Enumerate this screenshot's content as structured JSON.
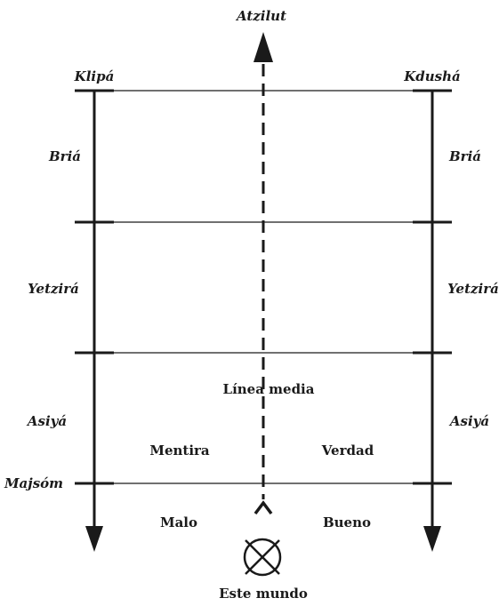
{
  "labels": {
    "top": "Atzilut",
    "left_top": "Klipá",
    "right_top": "Kdushá",
    "bria_left": "Briá",
    "bria_right": "Briá",
    "yetzira_left": "Yetzirá",
    "yetzira_right": "Yetzirá",
    "asiya_left": "Asiyá",
    "asiya_right": "Asiyá",
    "majsom": "Majsóm",
    "mentira": "Mentira",
    "verdad": "Verdad",
    "linea_media": "Línea media",
    "malo": "Malo",
    "bueno": "Bueno",
    "bottom": "Este mundo"
  },
  "colors": {
    "ink": "#1a1a1a"
  },
  "icons": {
    "world_symbol": "circle-cross-icon"
  }
}
